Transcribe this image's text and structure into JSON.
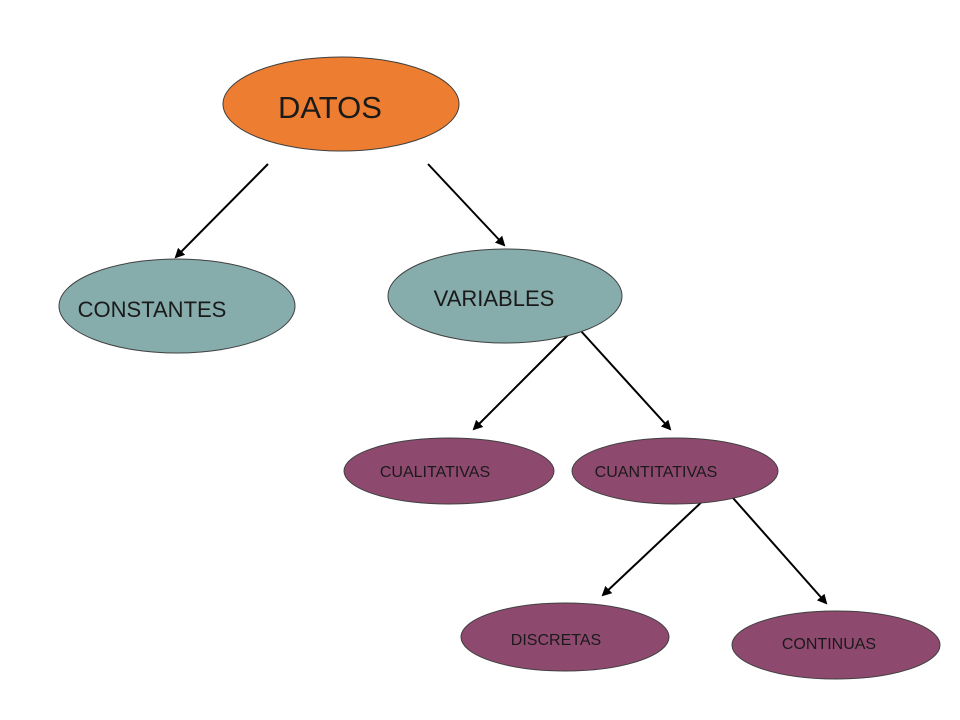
{
  "diagram": {
    "nodes": {
      "datos": {
        "label": "DATOS",
        "fill": "#ED7D31"
      },
      "constantes": {
        "label": "CONSTANTES",
        "fill": "#86ACAC"
      },
      "variables": {
        "label": "VARIABLES",
        "fill": "#86ACAC"
      },
      "cualitativas": {
        "label": "CUALITATIVAS",
        "fill": "#8E496F"
      },
      "cuantitativas": {
        "label": "CUANTITATIVAS",
        "fill": "#8E496F"
      },
      "discretas": {
        "label": "DISCRETAS",
        "fill": "#8E496F"
      },
      "continuas": {
        "label": "CONTINUAS",
        "fill": "#8E496F"
      }
    },
    "edges": [
      {
        "from": "datos",
        "to": "constantes"
      },
      {
        "from": "datos",
        "to": "variables"
      },
      {
        "from": "variables",
        "to": "cualitativas"
      },
      {
        "from": "variables",
        "to": "cuantitativas"
      },
      {
        "from": "cuantitativas",
        "to": "discretas"
      },
      {
        "from": "cuantitativas",
        "to": "continuas"
      }
    ]
  }
}
